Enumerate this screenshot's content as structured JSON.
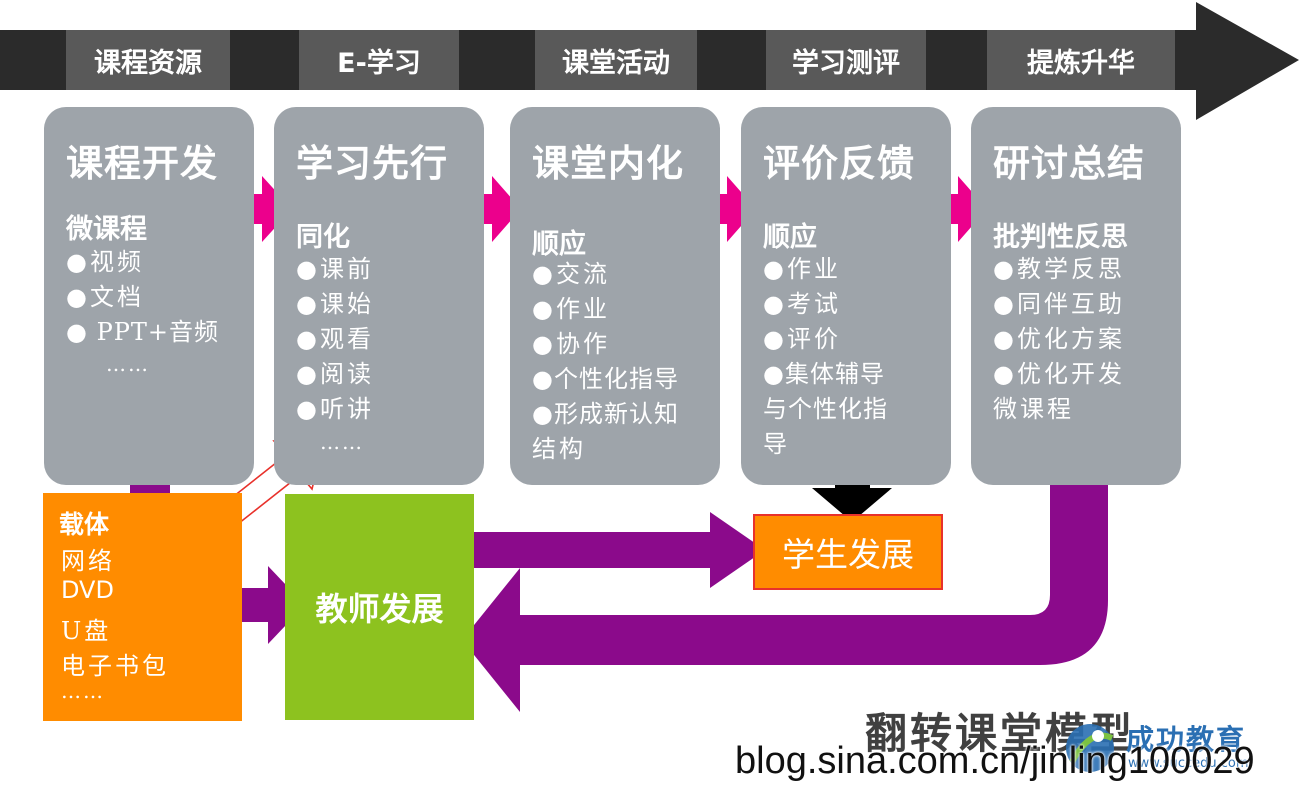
{
  "header": {
    "tabs": [
      "课程资源",
      "E-学习",
      "课堂活动",
      "学习测评",
      "提炼升华"
    ]
  },
  "stages": [
    {
      "title": "课程开发",
      "subtitle": "微课程",
      "items": [
        "●视频",
        "●文档",
        "● PPT+音频",
        "……"
      ]
    },
    {
      "title": "学习先行",
      "subtitle": "同化",
      "items": [
        "●课前",
        "●课始",
        "●观看",
        "●阅读",
        "●听讲",
        "……"
      ]
    },
    {
      "title": "课堂内化",
      "subtitle": "顺应",
      "items": [
        "●交流",
        "●作业",
        "●协作",
        "●个性化指导",
        "●形成新认知",
        "结构"
      ]
    },
    {
      "title": "评价反馈",
      "subtitle": "顺应",
      "items": [
        "●作业",
        "●考试",
        "●评价",
        "●集体辅导",
        "与个性化指",
        "导"
      ]
    },
    {
      "title": "研讨总结",
      "subtitle": "批判性反思",
      "items": [
        "●教学反思",
        "●同伴互助",
        "●优化方案",
        "●优化开发",
        "微课程"
      ]
    }
  ],
  "carrier": {
    "title": "载体",
    "items": [
      "网络",
      "DVD",
      "U盘",
      "电子书包",
      "……"
    ]
  },
  "teacher_box": {
    "label": "教师发展"
  },
  "student_box": {
    "label": "学生发展"
  },
  "footer": {
    "title": "翻转课堂模型",
    "logo_text": "成功教育",
    "logo_url": "www.succedu.com",
    "watermark": "blog.sina.com.cn/jinling100029"
  },
  "colors": {
    "tab_bg": "#595959",
    "card_bg": "#9ea4aa",
    "pink_arrow": "#ec008c",
    "purple": "#8b0a8b",
    "orange": "#ff8c00",
    "green": "#8dc21f",
    "student_border": "#e8312b",
    "banner_bg": "#2b2b2b"
  }
}
